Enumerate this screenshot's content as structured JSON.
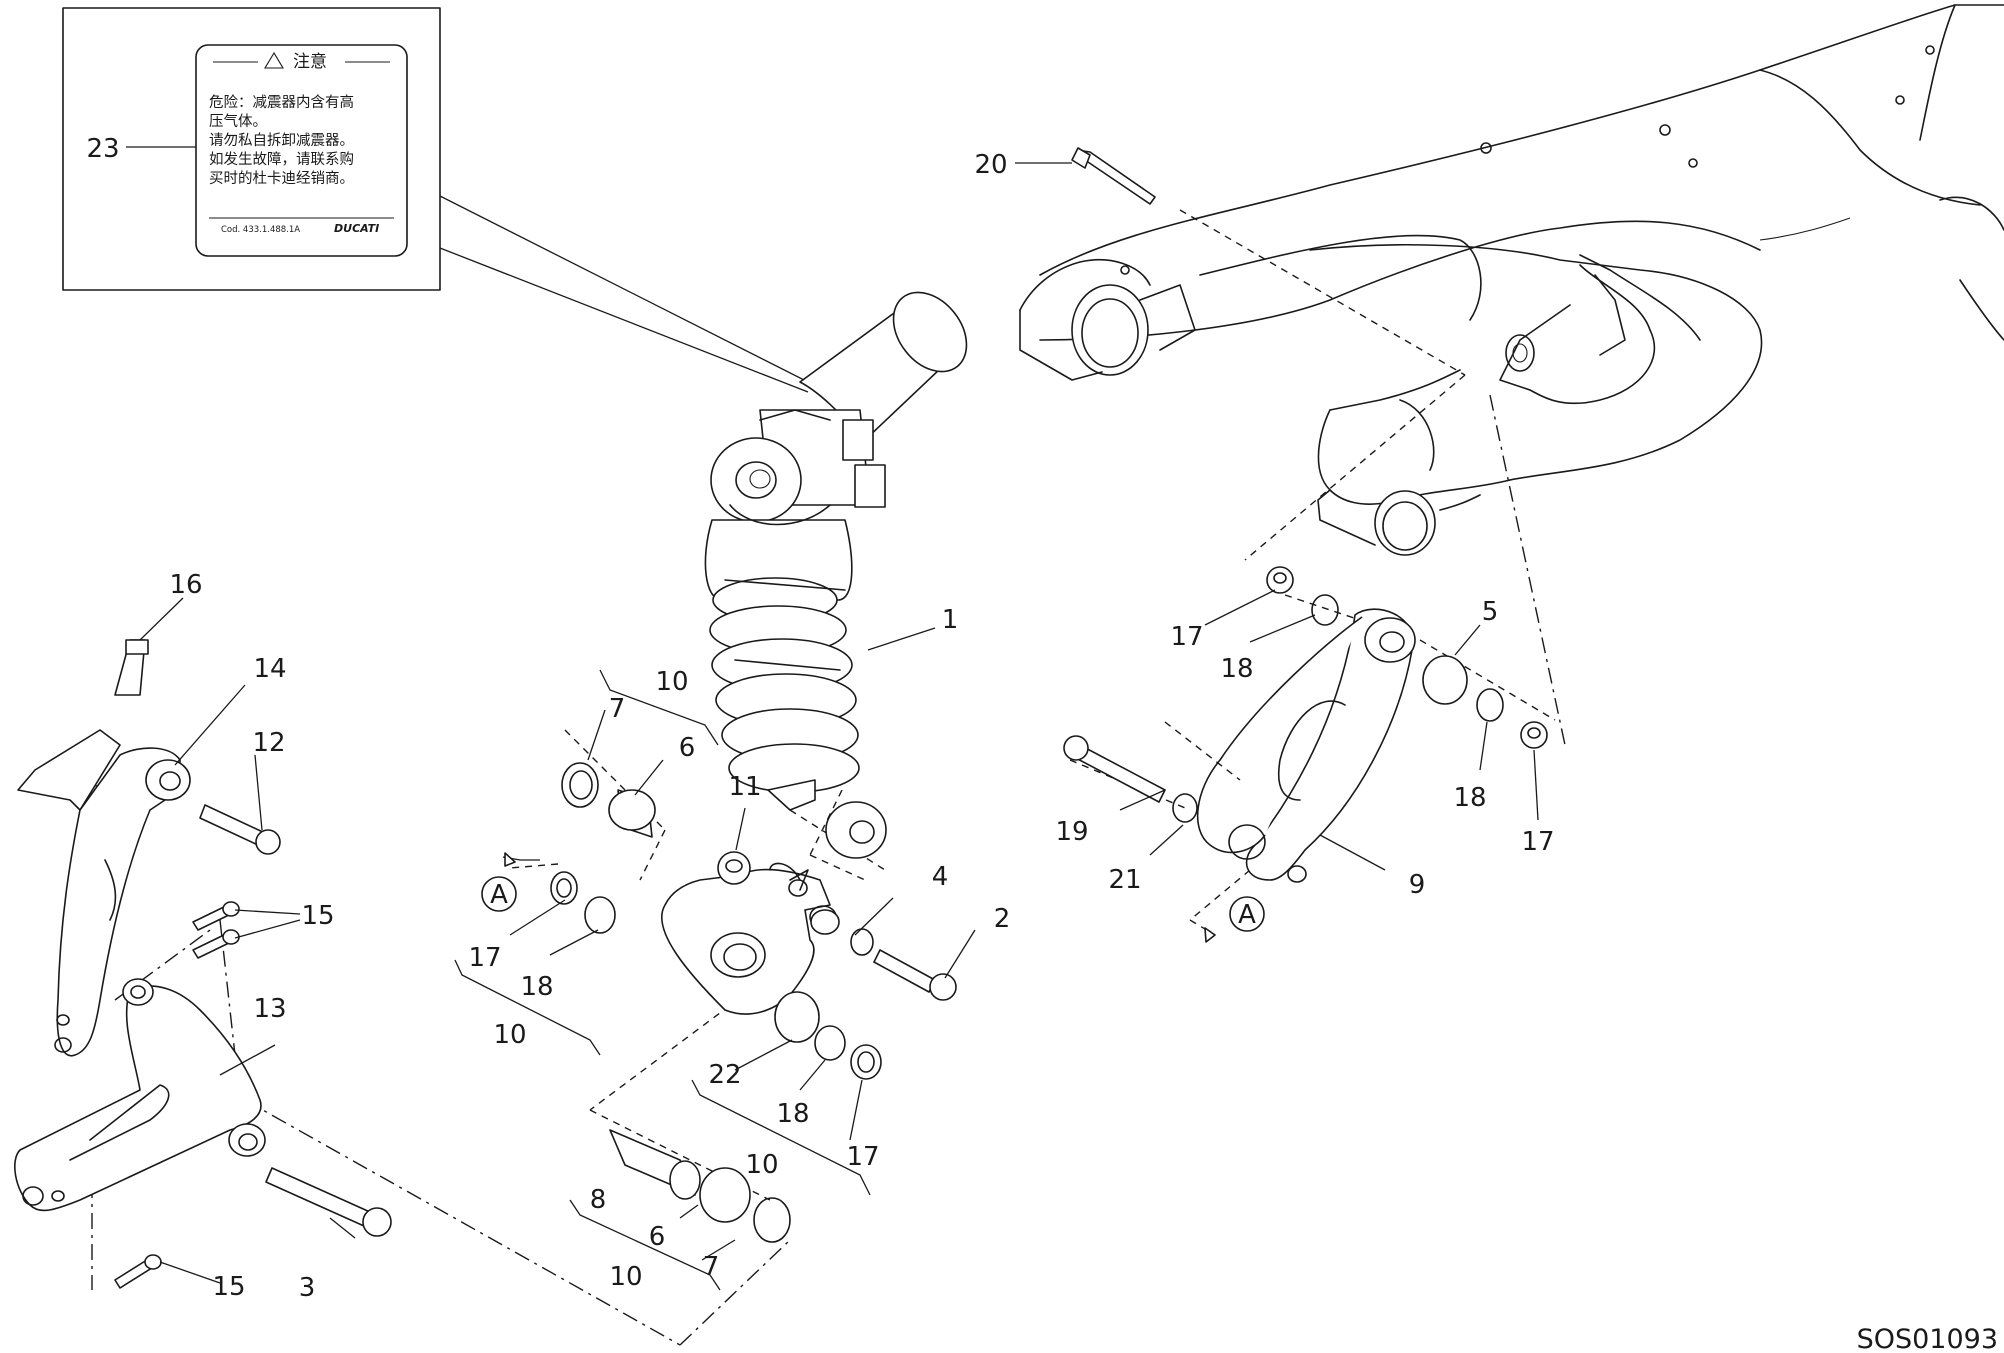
{
  "drawing_code": "SOS01093",
  "warning_label": {
    "title": "注意",
    "lines": [
      "危险：减震器内含有高",
      "压气体。",
      "请勿私自拆卸减震器。",
      "如发生故障，请联系购",
      "买时的杜卡迪经销商。"
    ],
    "code": "Cod. 433.1.488.1A",
    "brand": "DUCATI"
  },
  "callouts": {
    "c1": "1",
    "c2": "2",
    "c3": "3",
    "c4": "4",
    "c5": "5",
    "c6a": "6",
    "c6b": "6",
    "c7a": "7",
    "c7b": "7",
    "c8": "8",
    "c9": "9",
    "c10a": "10",
    "c10b": "10",
    "c10c": "10",
    "c10d": "10",
    "c11": "11",
    "c12": "12",
    "c13": "13",
    "c14": "14",
    "c15a": "15",
    "c15b": "15",
    "c16": "16",
    "c17a": "17",
    "c17b": "17",
    "c17c": "17",
    "c17d": "17",
    "c18a": "18",
    "c18b": "18",
    "c18c": "18",
    "c18d": "18",
    "c19": "19",
    "c20": "20",
    "c21": "21",
    "c22": "22",
    "c23": "23",
    "refA1": "A",
    "refA2": "A"
  }
}
